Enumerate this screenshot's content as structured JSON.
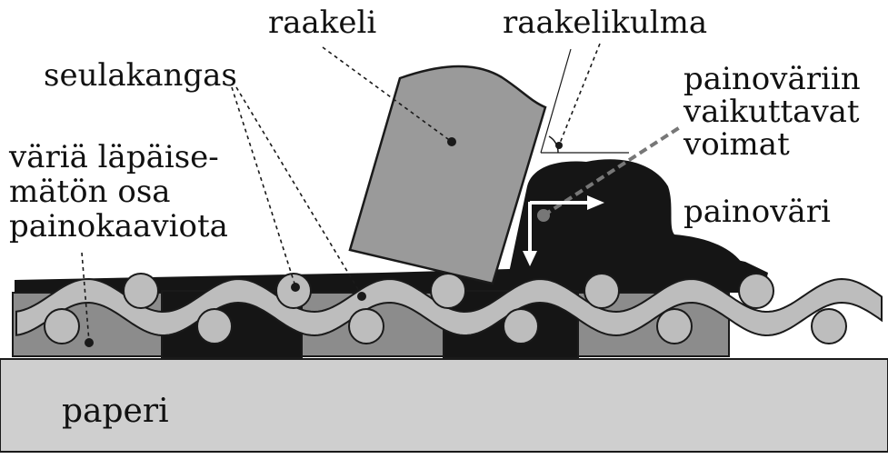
{
  "labels": {
    "raakeli": "raakeli",
    "raakelikulma": "raakelikulma",
    "seulakangas": "seulakangas",
    "forces_line1": "painoväriin",
    "forces_line2": "vaikuttavat",
    "forces_line3": "voimat",
    "nonprint_line1": "väriä läpäise-",
    "nonprint_line2": "mätön osa",
    "nonprint_line3": "painokaaviota",
    "painovari": "painoväri",
    "paperi": "paperi"
  },
  "colors": {
    "paper": "#cfcfcf",
    "stencil": "#8c8c8c",
    "ink": "#151515",
    "fabric": "#bdbdbd",
    "squeegee": "#9a9a9a",
    "outline": "#1a1a1a",
    "force_arrow": "#ffffff",
    "force_line": "#777777"
  }
}
